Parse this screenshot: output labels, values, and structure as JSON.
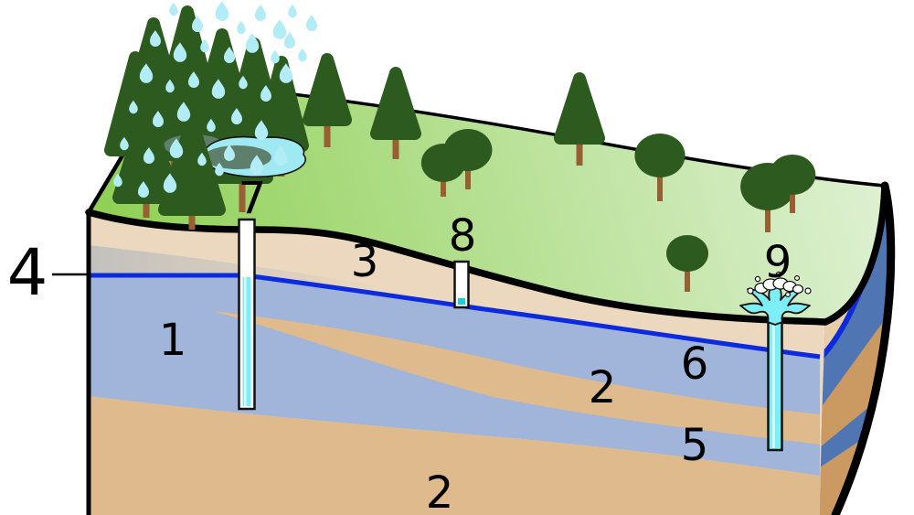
{
  "diagram": {
    "type": "groundwater-aquifer-cross-section",
    "labels": {
      "unconfined_aquifer": "1",
      "confining_layer_upper": "2",
      "unsaturated_zone": "3",
      "water_table": "4",
      "confined_aquifer": "5",
      "saturated_zone": "6",
      "water_table_well": "7",
      "dry_well": "8",
      "artesian_well": "9",
      "confining_layer_lower": "2"
    }
  },
  "colors": {
    "surface_green_dark": "#8fd055",
    "surface_green_light": "#ddf0d1",
    "tree_green": "#2d5a1e",
    "trunk_brown": "#985f33",
    "rain_drop": "#b2ecf6",
    "pond_water": "#9ee9f2",
    "pond_shadow": "#5e7f6b",
    "unsaturated_tan": "#ecd8bf",
    "aquitard_tan": "#deba8c",
    "aquifer_blue": "#a1b4da",
    "water_table_blue": "#0c2ade",
    "well_water_cyan": "#7deef5",
    "well_water_light": "#d9fbfc",
    "side_tan": "#ca9a62",
    "side_tan_light": "#e8cda9",
    "side_blue": "#4f76b2",
    "capillary_gray": "#aab4bd",
    "outline_black": "#000000"
  }
}
